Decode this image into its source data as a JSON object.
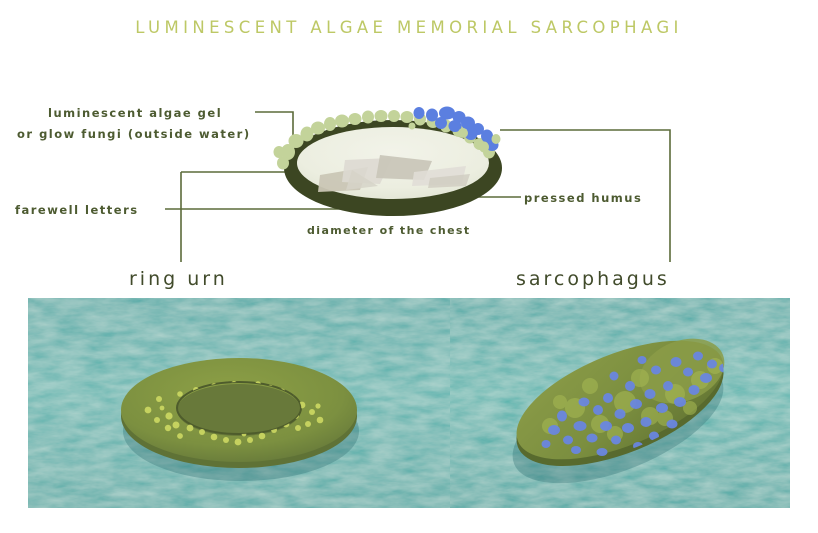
{
  "page": {
    "title": "LUMINESCENT ALGAE MEMORIAL SARCOPHAGI",
    "background_color": "#ffffff"
  },
  "colors": {
    "title_green": "#bdc865",
    "label_green": "#4d5b31",
    "big_label_green": "#414b2b",
    "leader_line": "#5c6b3a",
    "urn_rim_dark": "#3c4622",
    "urn_interior": "#eef0e2",
    "algae_pale_green": "#c3d39a",
    "algae_blue": "#5b7fe0",
    "letter_paper": "#cdc9bc",
    "water_teal": "#4fada8",
    "island_green": "#7f9240"
  },
  "diagram": {
    "name": "cross-section-of-ring-urn",
    "callouts": [
      {
        "id": "algae-gel",
        "line1": "luminescent algae gel",
        "line2": "or glow fungi (outside water)"
      },
      {
        "id": "farewell-letters",
        "text": "farewell letters"
      },
      {
        "id": "pressed-humus",
        "text": "pressed humus"
      },
      {
        "id": "diameter",
        "text": "diameter of the chest"
      }
    ],
    "specimen_labels": [
      {
        "id": "ring-urn",
        "text": "ring urn"
      },
      {
        "id": "sarcophagus",
        "text": "sarcophagus"
      }
    ]
  },
  "photos": [
    {
      "id": "ring-urn-photo",
      "subject": "ring urn",
      "description": "green torus-shaped floating urn speckled with yellow-green algae in teal water"
    },
    {
      "id": "sarcophagus-photo",
      "subject": "sarcophagus",
      "description": "elongated green floating mound speckled with blue luminescent algae in teal water"
    }
  ]
}
